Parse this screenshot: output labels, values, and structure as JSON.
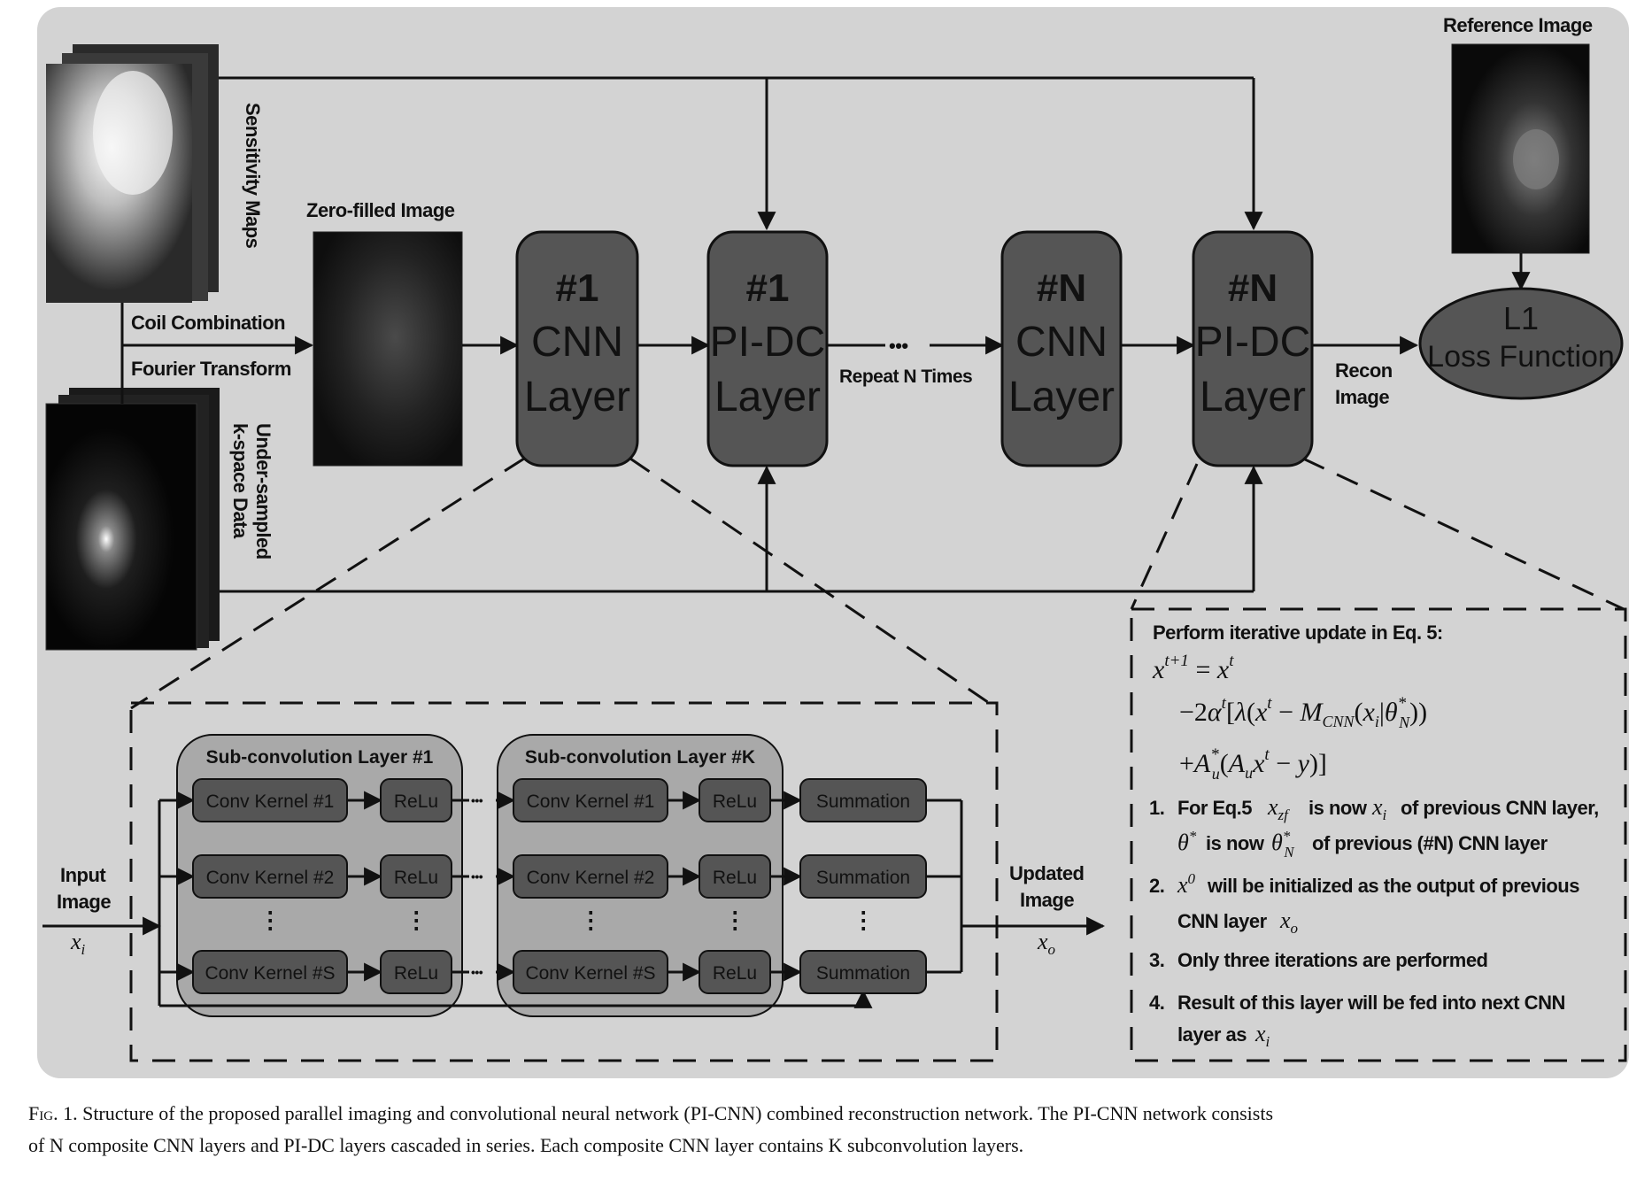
{
  "top": {
    "sensitivity_maps": "Sensitivity Maps",
    "undersampled_1": "Under-sampled",
    "undersampled_2": "k-space Data",
    "coil_combination": "Coil Combination",
    "fourier_transform": "Fourier Transform",
    "zero_filled": "Zero-filled Image",
    "reference_image": "Reference Image",
    "repeat": "Repeat N Times",
    "recon_1": "Recon",
    "recon_2": "Image",
    "loss_1": "L1",
    "loss_2": "Loss Function",
    "ellipsis": "•••",
    "blocks": [
      {
        "id": "cnn1",
        "line1": "#1",
        "line2": "CNN",
        "line3": "Layer"
      },
      {
        "id": "pidc1",
        "line1": "#1",
        "line2": "PI-DC",
        "line3": "Layer"
      },
      {
        "id": "cnnN",
        "line1": "#N",
        "line2": "CNN",
        "line3": "Layer"
      },
      {
        "id": "pidcN",
        "line1": "#N",
        "line2": "PI-DC",
        "line3": "Layer"
      }
    ]
  },
  "cnn_detail": {
    "sub1_title": "Sub-convolution Layer #1",
    "subK_title": "Sub-convolution Layer #K",
    "conv1": "Conv Kernel #1",
    "conv2": "Conv Kernel #2",
    "convS": "Conv Kernel #S",
    "relu": "ReLu",
    "summation": "Summation",
    "vdots": "⋮",
    "dots": "•••",
    "input_1": "Input",
    "input_2": "Image",
    "input_var": "x",
    "input_sub": "i",
    "output_1": "Updated",
    "output_2": "Image",
    "output_var": "x",
    "output_sub": "o"
  },
  "pidc_detail": {
    "title": "Perform iterative update in Eq. 5:",
    "eq1": "x^(t+1) = x^t",
    "eq2": "−2α^t[λ(x^t − M_CNN(x_i|θ*_N))",
    "eq3": "+A*_u(A_u x^t − y)]",
    "items": [
      {
        "num": "1.",
        "a": "For Eq.5",
        "b": "x_zf",
        "c": "is now",
        "d": "x_i",
        "e": "of previous CNN layer,",
        "f": "θ*",
        "g": "is now",
        "h": "θ*_N",
        "i": "of previous (#N) CNN layer"
      },
      {
        "num": "2.",
        "a": "x^0",
        "b": "will be initialized as the output of previous",
        "c": "CNN layer",
        "d": "x_o"
      },
      {
        "num": "3.",
        "a": "Only three iterations are performed"
      },
      {
        "num": "4.",
        "a": "Result of this layer will be fed into next CNN",
        "b": "layer as",
        "c": "x_i"
      }
    ]
  },
  "caption": {
    "figno": "Fig. 1.",
    "line1": "Structure of the proposed parallel imaging and convolutional neural network (PI-CNN) combined reconstruction network. The PI-CNN network consists",
    "line2": "of N composite CNN layers and PI-DC layers cascaded in series. Each composite CNN layer contains K subconvolution layers."
  },
  "colors": {
    "panel": "#d3d3d3",
    "block": "#555555",
    "sub_panel": "#a9a9a9",
    "line": "#111111"
  }
}
